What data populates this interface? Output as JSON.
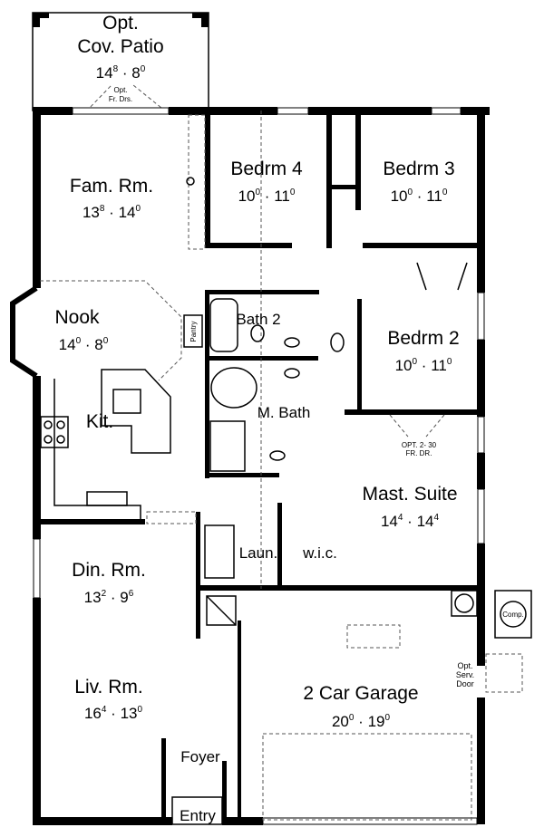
{
  "rooms": {
    "patio": {
      "line1": "Opt.",
      "line2": "Cov. Patio",
      "w_ft": "14",
      "w_in": "8",
      "d_ft": "8",
      "d_in": "0",
      "door_note1": "Opt.",
      "door_note2": "Fr. Drs."
    },
    "fam": {
      "name": "Fam. Rm.",
      "w_ft": "13",
      "w_in": "8",
      "d_ft": "14",
      "d_in": "0"
    },
    "bed4": {
      "name": "Bedrm 4",
      "w_ft": "10",
      "w_in": "0",
      "d_ft": "11",
      "d_in": "0"
    },
    "bed3": {
      "name": "Bedrm 3",
      "w_ft": "10",
      "w_in": "0",
      "d_ft": "11",
      "d_in": "0"
    },
    "nook": {
      "name": "Nook",
      "w_ft": "14",
      "w_in": "0",
      "d_ft": "8",
      "d_in": "0"
    },
    "pantry": {
      "name": "Pantry"
    },
    "bath2": {
      "name": "Bath 2"
    },
    "bed2": {
      "name": "Bedrm 2",
      "w_ft": "10",
      "w_in": "0",
      "d_ft": "11",
      "d_in": "0"
    },
    "mbath": {
      "name": "M. Bath"
    },
    "kit": {
      "name": "Kit."
    },
    "mast": {
      "name": "Mast. Suite",
      "w_ft": "14",
      "w_in": "4",
      "d_ft": "14",
      "d_in": "4",
      "door_note1": "OPT. 2- 30",
      "door_note2": "FR. DR."
    },
    "din": {
      "name": "Din. Rm.",
      "w_ft": "13",
      "w_in": "2",
      "d_ft": "9",
      "d_in": "6"
    },
    "laun": {
      "name": "Laun."
    },
    "wic": {
      "name": "w.i.c."
    },
    "liv": {
      "name": "Liv. Rm.",
      "w_ft": "16",
      "w_in": "4",
      "d_ft": "13",
      "d_in": "0"
    },
    "garage": {
      "name": "2 Car Garage",
      "w_ft": "20",
      "w_in": "0",
      "d_ft": "19",
      "d_in": "0",
      "door_note1": "Opt.",
      "door_note2": "Serv.",
      "door_note3": "Door"
    },
    "foyer": {
      "name": "Foyer"
    },
    "entry": {
      "name": "Entry"
    },
    "comp": {
      "name": "Comp."
    }
  },
  "separator": "·"
}
